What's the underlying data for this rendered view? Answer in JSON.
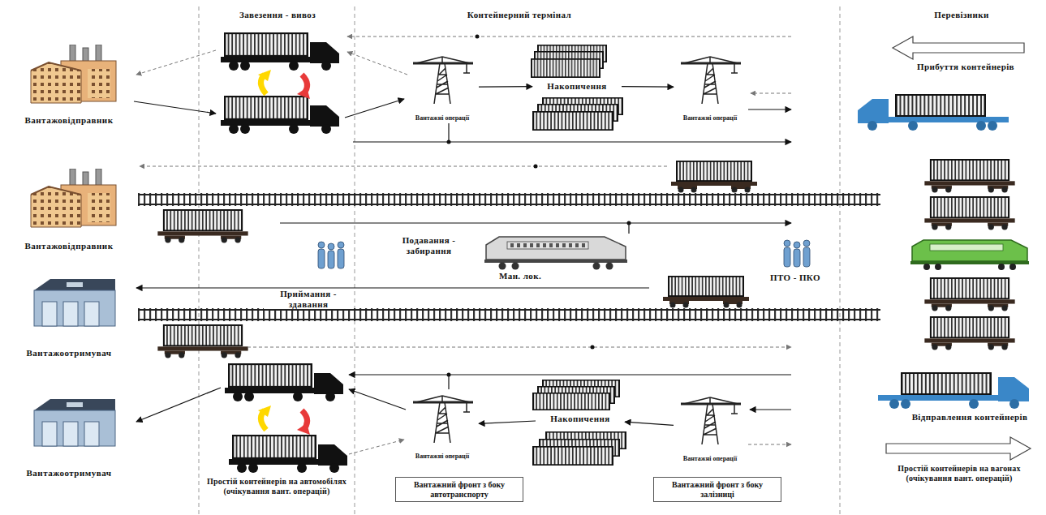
{
  "diagram": {
    "nodes": [
      {
        "text": [
          "Вантажовідправник"
        ]
      },
      {
        "text": [
          "Вантажовідправник"
        ]
      },
      {
        "text": [
          "Вантажоотримувач"
        ]
      },
      {
        "text": [
          "Вантажоотримувач"
        ]
      },
      {
        "text": [
          "Вантажні операції"
        ]
      },
      {
        "text": [
          "Накопичення"
        ]
      },
      {
        "text": [
          "Вантажні операції"
        ]
      },
      {
        "text": [
          "Вантажні операції"
        ]
      },
      {
        "text": [
          "Накопичення"
        ]
      },
      {
        "text": [
          "Вантажні операції"
        ]
      },
      {
        "text": [
          "Вантажний фронт з боку автотранспорту"
        ]
      },
      {
        "text": [
          "Вантажний фронт з боку залізниці"
        ]
      }
    ],
    "edges": [
      {
        "from": 4,
        "to": 5,
        "arrow": "to"
      },
      {
        "from": 5,
        "to": 6,
        "arrow": "to"
      },
      {
        "from": 9,
        "to": 8,
        "arrow": "to"
      },
      {
        "from": 8,
        "to": 7,
        "arrow": "to"
      }
    ],
    "labels": [
      "Завезення - вивоз",
      "Контейнерний термінал",
      "Перевізники",
      "Прибуття контейнерів",
      "Подавання - забирання",
      "Ман. лок.",
      "Приймання - здавання",
      "ПТО - ПКО",
      "Відправлення контейнерів",
      "Простій контейнерів на автомобілях (очікування вант. операцій)",
      "Простій контейнерів на вагонах (очікування вант. операцій)"
    ]
  }
}
